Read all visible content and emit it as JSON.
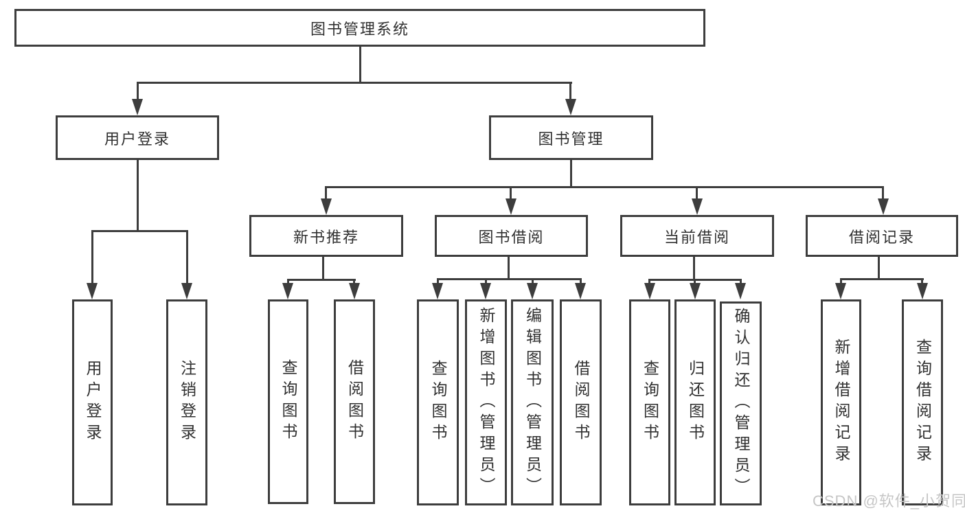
{
  "watermark": "CSDN @软件_小贺同学",
  "colors": {
    "line": "#3d3d3d",
    "text": "#303030",
    "background": "#ffffff",
    "watermark": "#c6c6c6"
  },
  "tree": {
    "label": "图书管理系统",
    "children": [
      {
        "label": "用户登录",
        "children": [
          {
            "label": "用户登录"
          },
          {
            "label": "注销登录"
          }
        ]
      },
      {
        "label": "图书管理",
        "children": [
          {
            "label": "新书推荐",
            "children": [
              {
                "label": "查询图书"
              },
              {
                "label": "借阅图书"
              }
            ]
          },
          {
            "label": "图书借阅",
            "children": [
              {
                "label": "查询图书"
              },
              {
                "label": "新增图书（管理员）"
              },
              {
                "label": "编辑图书（管理员）"
              },
              {
                "label": "借阅图书"
              }
            ]
          },
          {
            "label": "当前借阅",
            "children": [
              {
                "label": "查询图书"
              },
              {
                "label": "归还图书"
              },
              {
                "label": "确认归还（管理员）"
              }
            ]
          },
          {
            "label": "借阅记录",
            "children": [
              {
                "label": "新增借阅记录"
              },
              {
                "label": "查询借阅记录"
              }
            ]
          }
        ]
      }
    ]
  }
}
